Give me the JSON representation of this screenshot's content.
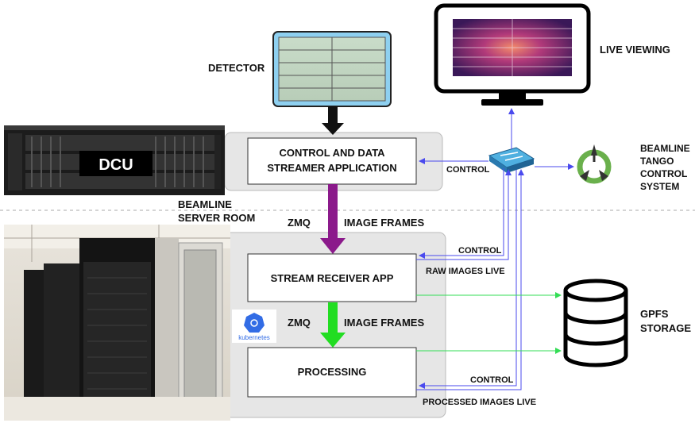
{
  "labels": {
    "detector": "DETECTOR",
    "live_viewing": "LIVE VIEWING",
    "control_app_line1": "CONTROL AND DATA",
    "control_app_line2": "STREAMER APPLICATION",
    "dcu": "DCU",
    "control_top": "CONTROL",
    "beamline_tango_1": "BEAMLINE",
    "beamline_tango_2": "TANGO",
    "beamline_tango_3": "CONTROL",
    "beamline_tango_4": "SYSTEM",
    "server_room_1": "BEAMLINE",
    "server_room_2": "SERVER ROOM",
    "zmq_1": "ZMQ",
    "image_frames_1": "IMAGE FRAMES",
    "stream_receiver": "STREAM RECEIVER APP",
    "control_mid": "CONTROL",
    "raw_images_live": "RAW IMAGES LIVE",
    "kubernetes": "kubernetes",
    "zmq_2": "ZMQ",
    "image_frames_2": "IMAGE FRAMES",
    "gpfs_1": "GPFS",
    "gpfs_2": "STORAGE",
    "processing": "PROCESSING",
    "control_bottom": "CONTROL",
    "processed_images_live": "PROCESSED IMAGES LIVE"
  },
  "colors": {
    "purple_arrow": "#8b1a8b",
    "green_arrow": "#22dd22",
    "blue_line": "#4a4aee",
    "green_line": "#33dd55",
    "panel_gray": "#e6e6e6",
    "detector_frame": "#8ed0f0"
  },
  "icons": [
    "detector-icon",
    "monitor-icon",
    "network-switch-icon",
    "tango-logo-icon",
    "database-icon",
    "kubernetes-icon",
    "server-rack-icon",
    "server-room-photo"
  ]
}
